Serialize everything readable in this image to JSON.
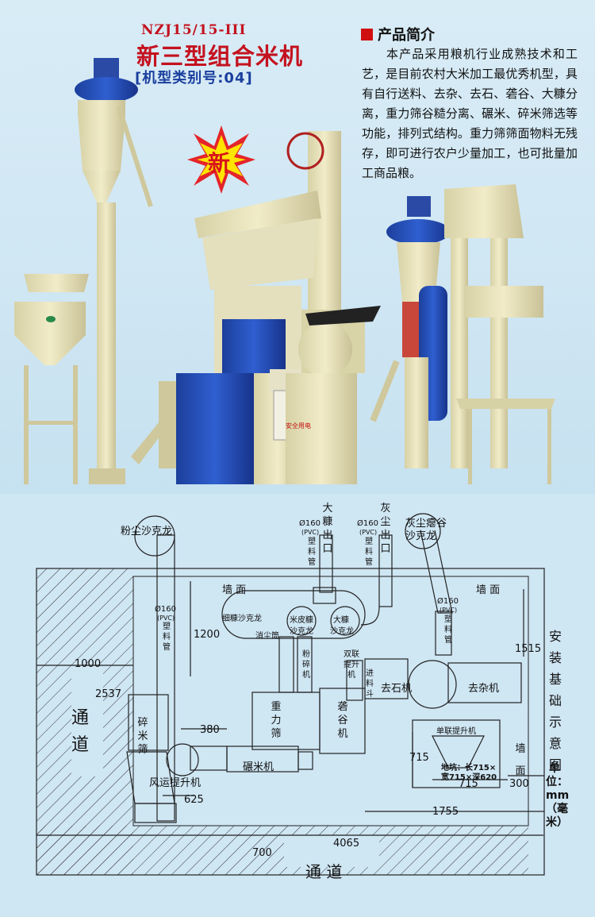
{
  "header": {
    "model_code": "NZJ15/15-III",
    "model_title": "新三型组合米机",
    "model_category": "[机型类别号:04]",
    "new_badge": "新"
  },
  "intro": {
    "heading": "产品简介",
    "text": "本产品采用粮机行业成熟技术和工艺，是目前农村大米加工最优秀机型，具有自行送料、去杂、去石、砻谷、大糠分离，重力筛谷糙分离、碾米、碎米筛选等功能，排列式结构。重力筛筛面物料无残存，即可进行农户少量加工，也可批量加工商品粮。"
  },
  "machine_photo": {
    "control_label": "安全用电"
  },
  "diagram": {
    "title_vertical": "安装基础示意图",
    "unit": "单位：mm（毫米）",
    "labels": {
      "fendust_cyclone": "粉尘沙克龙",
      "ash_cyclone_line1": "灰尘瘪谷",
      "ash_cyclone_line2": "沙克龙",
      "bran_outlet": "大糠出口",
      "dust_outlet": "灰尘出口",
      "pipe_dia": "Ø160",
      "pvc": "(PVC)",
      "pipe_label": "塑料管",
      "wall": "墙  面",
      "wall_right": "墙  面",
      "wall_side": "墙面",
      "fine_bran_cyclone": "细糠沙克龙",
      "dust_tube": "消尘筒",
      "husk_cyclone_line1": "米皮糠",
      "husk_cyclone_line2": "沙克龙",
      "bran_cyclone_line1": "大糠",
      "bran_cyclone_line2": "沙克龙",
      "crusher": "粉碎机",
      "dual_elevator": "双联提升机",
      "feed": "进料斗",
      "destoner": "去石机",
      "cleaner": "去杂机",
      "broken_sieve": "碎米筛",
      "gravity_sieve": "重力筛",
      "huller": "砻谷机",
      "single_elevator": "单联提升机",
      "polisher": "碾米机",
      "blower_elevator": "风运提升机",
      "pit_line1": "地坑：长715×",
      "pit_line2": "宽715×深620",
      "aisle_left": "通道",
      "aisle_bottom": "通  道"
    },
    "dimensions": {
      "d1200": "1200",
      "d1515": "1515",
      "d1000": "1000",
      "d2537": "2537",
      "d380": "380",
      "d715a": "715",
      "d715b": "715",
      "d300": "300",
      "d625": "625",
      "d1755": "1755",
      "d4065": "4065",
      "d700": "700"
    }
  }
}
